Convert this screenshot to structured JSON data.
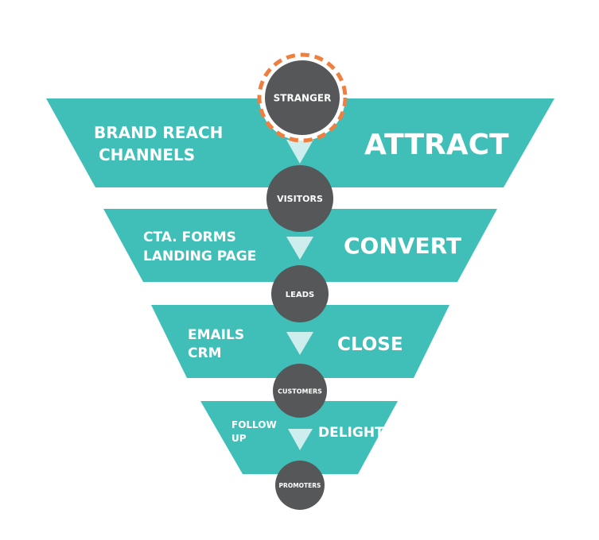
{
  "colors": {
    "band": "#40bfb9",
    "circle": "#555759",
    "ring": "#ef7f3e",
    "arrow": "#cdeeec",
    "text": "#ffffff"
  },
  "stages": [
    {
      "name": "ATTRACT",
      "tactics": [
        "BRAND REACH",
        "CHANNELS"
      ]
    },
    {
      "name": "CONVERT",
      "tactics": [
        "CTA. FORMS",
        "LANDING PAGE"
      ]
    },
    {
      "name": "CLOSE",
      "tactics": [
        "EMAILS",
        "CRM"
      ]
    },
    {
      "name": "DELIGHT",
      "tactics": [
        "FOLLOW",
        "UP"
      ]
    }
  ],
  "nodes": [
    "STRANGER",
    "VISITORS",
    "LEADS",
    "CUSTOMERS",
    "PROMOTERS"
  ]
}
